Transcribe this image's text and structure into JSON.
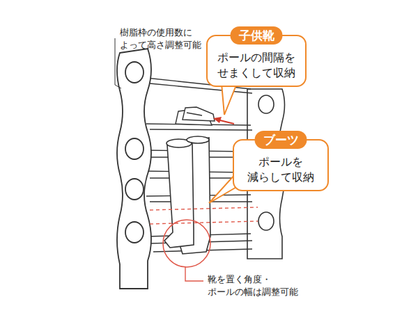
{
  "diagram": {
    "nodes": [
      {
        "text": [
          "子供靴",
          "ポールの間隔を せまくして収納"
        ]
      },
      {
        "text": [
          "ブーツ",
          "ポールを 減らして収納"
        ]
      }
    ],
    "labels": [
      "樹脂枠の使用数に よって高さ調整可能",
      "靴を置く角度・ ポールの幅は調整可能"
    ]
  }
}
